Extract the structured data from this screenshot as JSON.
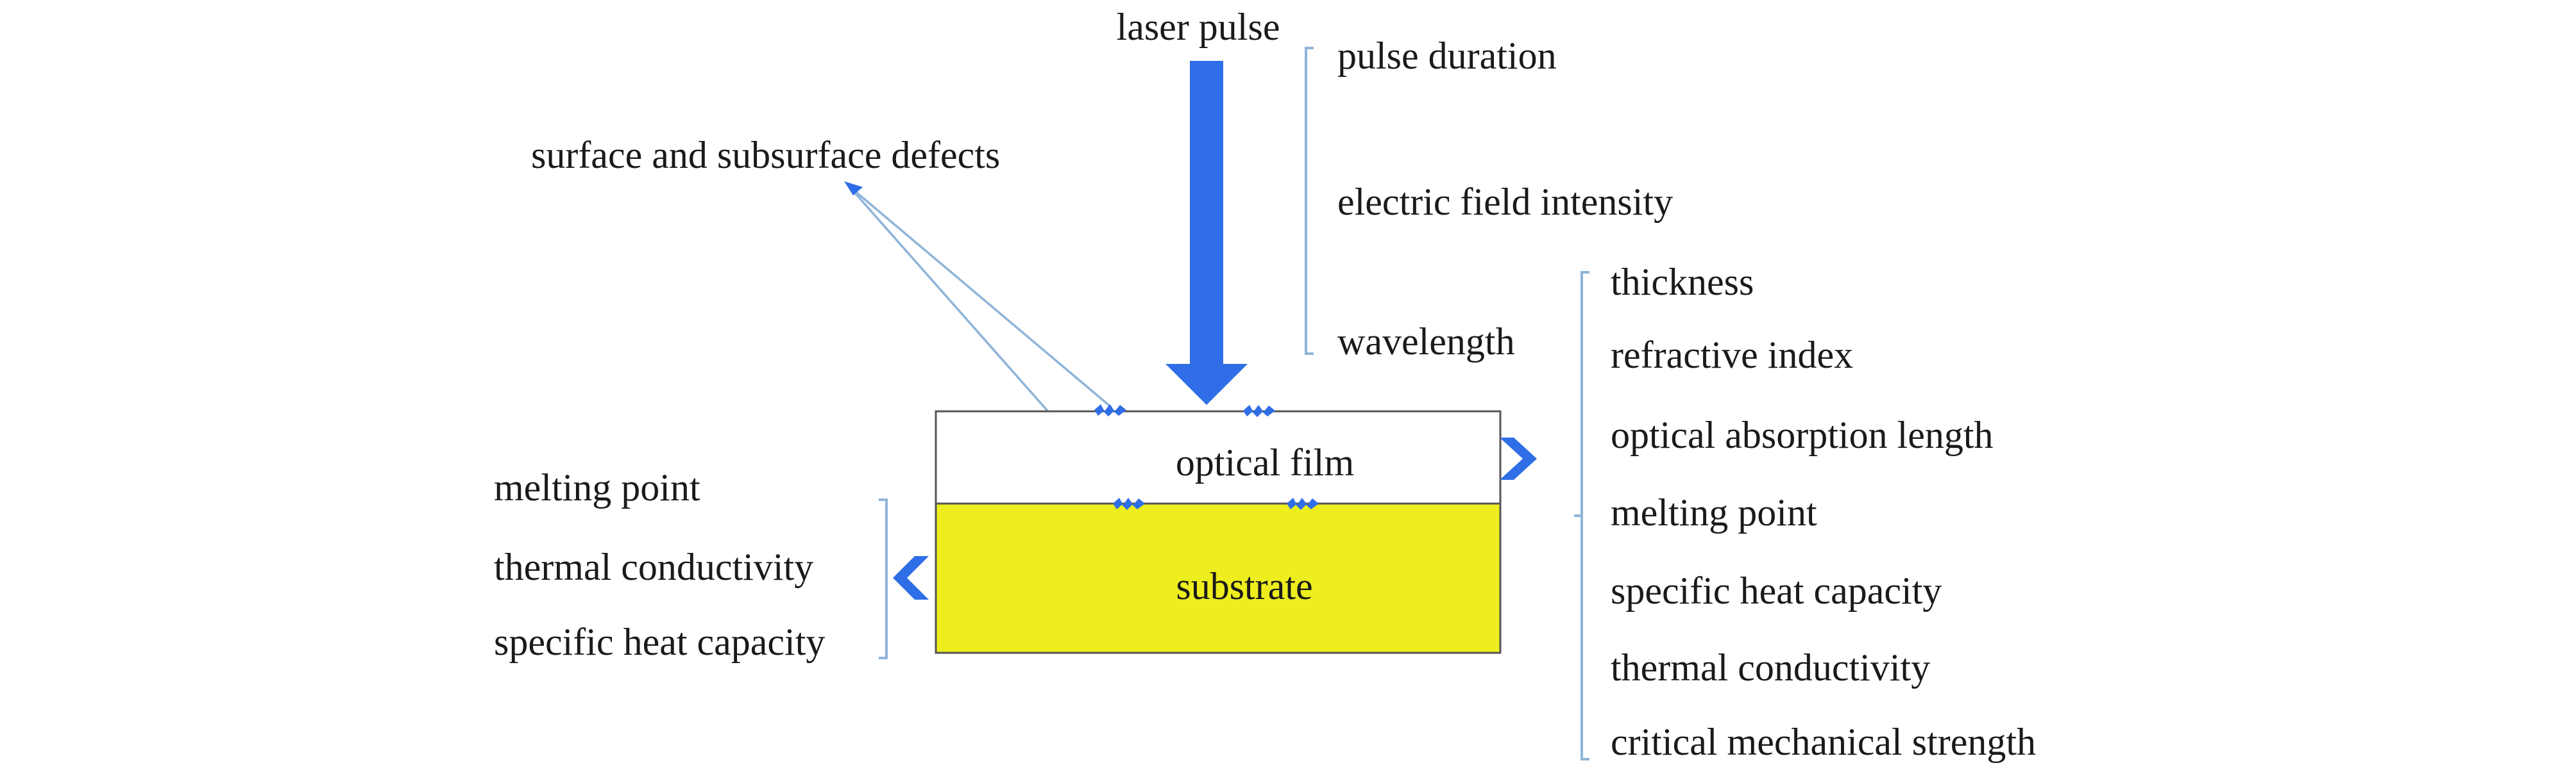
{
  "laser": {
    "label": "laser pulse",
    "properties": [
      "pulse duration",
      "electric field intensity",
      "wavelength"
    ]
  },
  "defects": {
    "label": "surface and subsurface defects"
  },
  "layers": {
    "film_label": "optical film",
    "substrate_label": "substrate"
  },
  "substrate_properties": [
    "melting point",
    "thermal conductivity",
    "specific heat capacity"
  ],
  "film_properties": [
    "thickness",
    "refractive index",
    "optical absorption length",
    "melting point",
    "specific heat capacity",
    "thermal conductivity",
    "critical mechanical strength"
  ],
  "colors": {
    "arrow": "#2f6ee6",
    "substrate_fill": "#eeee1e",
    "film_fill": "#ffffff",
    "bracket": "#8fb5d8",
    "layer_outline": "#555555"
  }
}
